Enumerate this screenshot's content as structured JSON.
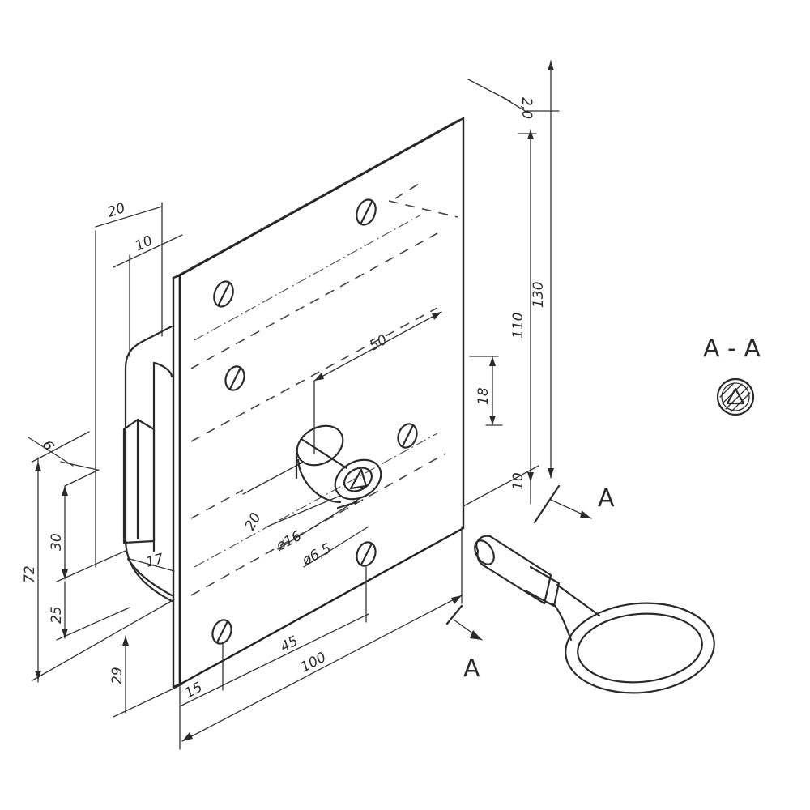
{
  "drawing": {
    "colors": {
      "ink": "#2a2a2a",
      "paper": "#ffffff"
    },
    "dimensions": {
      "plate_width": "100",
      "plate_height_outer": "130",
      "plate_height_inner": "110",
      "plate_thickness": "2,0",
      "edge_offset_bottom": "10",
      "hole_spacing_horizontal": "50",
      "hole_offset_vertical": "18",
      "hole_edge_offset": "15",
      "hole_spacing_bottom": "45",
      "boss_height": "20",
      "boss_diameter": "ø16",
      "bore_diameter": "ø6,5",
      "bolt_overall_height": "72",
      "bolt_slot_height": "30",
      "bolt_lower_offset": "25",
      "bolt_bottom_offset": "29",
      "bolt_width": "20",
      "bolt_inner_width": "10",
      "bolt_thickness": "6",
      "bolt_bend": "17"
    },
    "section": {
      "label": "A - A",
      "cut_marker_top": "A",
      "cut_marker_bottom": "A"
    }
  }
}
